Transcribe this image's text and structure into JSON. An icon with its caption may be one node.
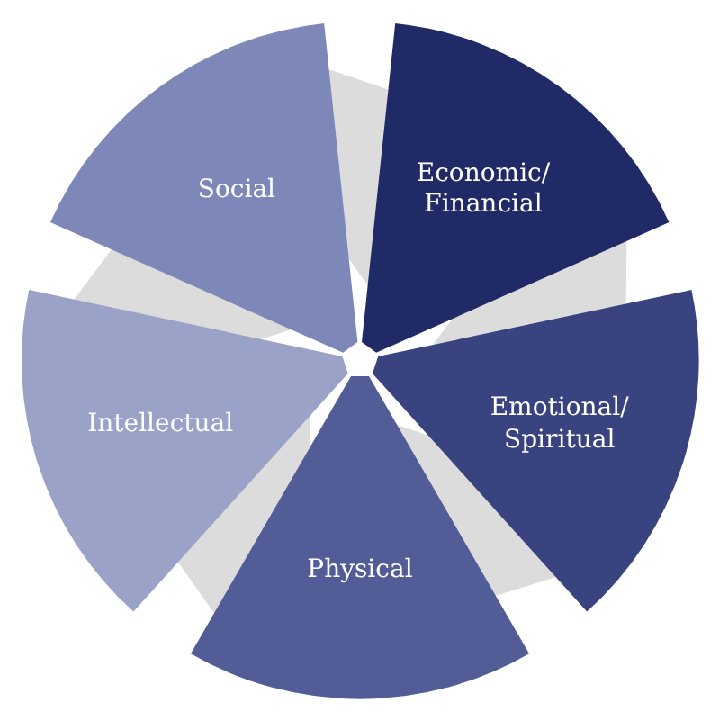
{
  "diagram": {
    "nodes": [
      {
        "text": [
          "Economic/ Financial"
        ]
      },
      {
        "text": [
          "Emotional/ Spiritual"
        ]
      },
      {
        "text": [
          "Physical"
        ]
      },
      {
        "text": [
          "Intellectual"
        ]
      },
      {
        "text": [
          "Social"
        ]
      }
    ]
  }
}
